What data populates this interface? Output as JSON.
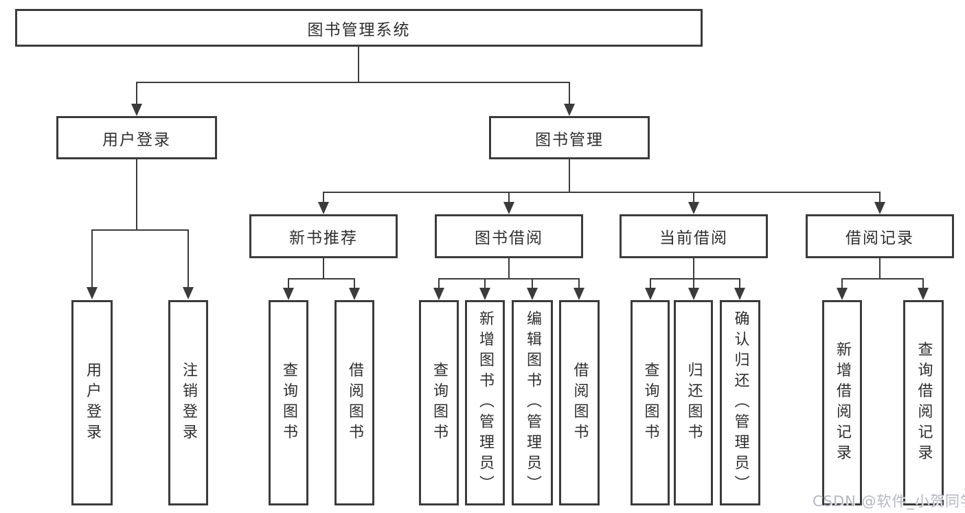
{
  "diagram_type": "hierarchy-tree",
  "colors": {
    "background": "#ffffff",
    "line": "#3b3b3d",
    "box_border": "#3b3b3d",
    "text": "#2f2f31",
    "watermark": "#b4b7bf"
  },
  "tree": {
    "label": "图书管理系统",
    "children": [
      {
        "label": "用户登录",
        "children": [
          {
            "label": "用户登录"
          },
          {
            "label": "注销登录"
          }
        ]
      },
      {
        "label": "图书管理",
        "children": [
          {
            "label": "新书推荐",
            "children": [
              {
                "label": "查询图书"
              },
              {
                "label": "借阅图书"
              }
            ]
          },
          {
            "label": "图书借阅",
            "children": [
              {
                "label": "查询图书"
              },
              {
                "label": "新增图书（管理员）"
              },
              {
                "label": "编辑图书（管理员）"
              },
              {
                "label": "借阅图书"
              }
            ]
          },
          {
            "label": "当前借阅",
            "children": [
              {
                "label": "查询图书"
              },
              {
                "label": "归还图书"
              },
              {
                "label": "确认归还（管理员）"
              }
            ]
          },
          {
            "label": "借阅记录",
            "children": [
              {
                "label": "新增借阅记录"
              },
              {
                "label": "查询借阅记录"
              }
            ]
          }
        ]
      }
    ]
  },
  "watermark": {
    "text": "CSDN @软件_小贺同学"
  }
}
